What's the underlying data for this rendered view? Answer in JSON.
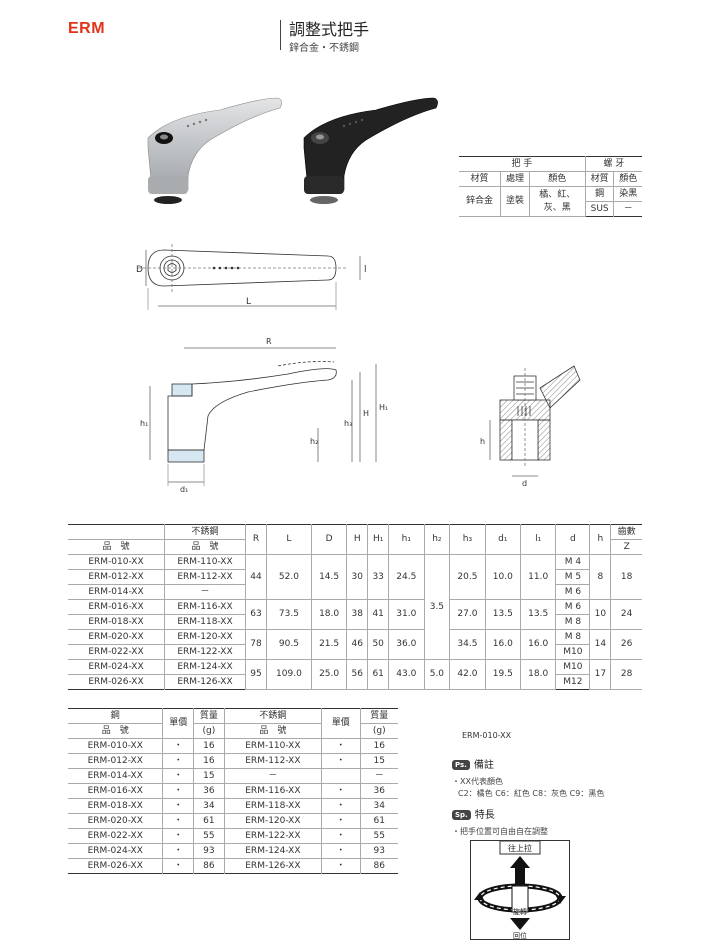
{
  "header": {
    "code": "ERM",
    "title": "調整式把手",
    "subtitle": "鋅合金・不銹鋼"
  },
  "spec_table": {
    "group_handle": "把 手",
    "group_screw": "螺 牙",
    "col_material": "材質",
    "col_treatment": "處理",
    "col_color": "顏色",
    "col_screw_material": "材質",
    "col_screw_color": "顏色",
    "material": "鋅合金",
    "treatment": "塗裝",
    "color_line1": "橘、紅、",
    "color_line2": "灰、黑",
    "screw_mat1": "鋼",
    "screw_color1": "染黑",
    "screw_mat2": "SUS",
    "screw_color2": "－"
  },
  "drawings": {
    "D": "D",
    "L": "L",
    "l": "l",
    "R": "R",
    "H": "H",
    "H1": "H₁",
    "h1": "h₁",
    "h2": "h₂",
    "h3": "h₃",
    "d1": "d₁",
    "h": "h",
    "d": "d"
  },
  "dim_table": {
    "hdr_sus": "不銹鋼",
    "hdr_part": "品　號",
    "hdr_part2": "品　號",
    "cols": [
      "R",
      "L",
      "D",
      "H",
      "H₁",
      "h₁",
      "h₂",
      "h₃",
      "d₁",
      "l₁",
      "d",
      "h"
    ],
    "hdr_teeth": "齒數",
    "hdr_z": "Z",
    "parts": [
      [
        "ERM-010-XX",
        "ERM-110-XX",
        "M 4"
      ],
      [
        "ERM-012-XX",
        "ERM-112-XX",
        "M 5"
      ],
      [
        "ERM-014-XX",
        "－",
        "M 6"
      ],
      [
        "ERM-016-XX",
        "ERM-116-XX",
        "M 6"
      ],
      [
        "ERM-018-XX",
        "ERM-118-XX",
        "M 8"
      ],
      [
        "ERM-020-XX",
        "ERM-120-XX",
        "M 8"
      ],
      [
        "ERM-022-XX",
        "ERM-122-XX",
        "M10"
      ],
      [
        "ERM-024-XX",
        "ERM-124-XX",
        "M10"
      ],
      [
        "ERM-026-XX",
        "ERM-126-XX",
        "M12"
      ]
    ],
    "groups": [
      {
        "R": "44",
        "L": "52.0",
        "D": "14.5",
        "H": "30",
        "H1": "33",
        "h1": "24.5",
        "h3": "20.5",
        "d1": "10.0",
        "l1": "11.0",
        "h": "8",
        "z": "18"
      },
      {
        "R": "63",
        "L": "73.5",
        "D": "18.0",
        "H": "38",
        "H1": "41",
        "h1": "31.0",
        "h3": "27.0",
        "d1": "13.5",
        "l1": "13.5",
        "h": "10",
        "z": "24"
      },
      {
        "R": "78",
        "L": "90.5",
        "D": "21.5",
        "H": "46",
        "H1": "50",
        "h1": "36.0",
        "h3": "34.5",
        "d1": "16.0",
        "l1": "16.0",
        "h": "14",
        "z": "26"
      },
      {
        "R": "95",
        "L": "109.0",
        "D": "25.0",
        "H": "56",
        "H1": "61",
        "h1": "43.0",
        "h2": "5.0",
        "h3": "42.0",
        "d1": "19.5",
        "l1": "18.0",
        "h": "17",
        "z": "28"
      }
    ],
    "h2_shared": "3.5"
  },
  "price_table": {
    "hdr_steel": "鋼",
    "hdr_part": "品　號",
    "hdr_price": "單價",
    "hdr_weight": "質量",
    "hdr_unit": "(g)",
    "hdr_sus": "不銹鋼",
    "rows": [
      [
        "ERM-010-XX",
        "・",
        "16",
        "ERM-110-XX",
        "・",
        "16"
      ],
      [
        "ERM-012-XX",
        "・",
        "16",
        "ERM-112-XX",
        "・",
        "15"
      ],
      [
        "ERM-014-XX",
        "・",
        "15",
        "－",
        "",
        "－"
      ],
      [
        "ERM-016-XX",
        "・",
        "36",
        "ERM-116-XX",
        "・",
        "36"
      ],
      [
        "ERM-018-XX",
        "・",
        "34",
        "ERM-118-XX",
        "・",
        "34"
      ],
      [
        "ERM-020-XX",
        "・",
        "61",
        "ERM-120-XX",
        "・",
        "61"
      ],
      [
        "ERM-022-XX",
        "・",
        "55",
        "ERM-122-XX",
        "・",
        "55"
      ],
      [
        "ERM-024-XX",
        "・",
        "93",
        "ERM-124-XX",
        "・",
        "93"
      ],
      [
        "ERM-026-XX",
        "・",
        "86",
        "ERM-126-XX",
        "・",
        "86"
      ]
    ]
  },
  "notes": {
    "example": "ERM-010-XX",
    "ps_badge": "Ps.",
    "ps_title": "備註",
    "ps_line1": "・XX代表顏色",
    "ps_line2": "C2：橘色 C6：紅色 C8：灰色 C9：黑色",
    "sp_badge": "Sp.",
    "sp_title": "特長",
    "sp_line1": "・把手位置可自由自在調整",
    "fig_pull": "往上拉",
    "fig_rotate": "旋轉",
    "fig_return": "回位"
  },
  "colors": {
    "brand": "#e0331c",
    "silver": "#b9bcbf",
    "black": "#1d1d1d"
  }
}
